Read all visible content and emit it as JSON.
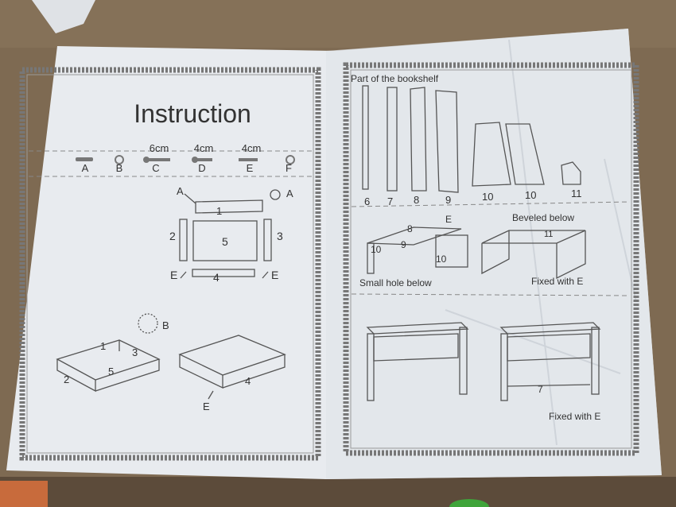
{
  "left_page": {
    "title": "Instruction",
    "hardware": [
      {
        "letter": "A",
        "size": ""
      },
      {
        "letter": "B",
        "size": ""
      },
      {
        "letter": "C",
        "size": "6cm"
      },
      {
        "letter": "D",
        "size": "4cm"
      },
      {
        "letter": "E",
        "size": "4cm"
      },
      {
        "letter": "F",
        "size": ""
      }
    ],
    "step1": {
      "top_left_label": "A",
      "top_right_label": "A",
      "panel_1": "1",
      "panel_2": "2",
      "panel_3": "3",
      "panel_4": "4",
      "panel_5": "5",
      "bottom_left_label": "E",
      "bottom_right_label": "E"
    },
    "step2": {
      "callout": "B",
      "left_1": "1",
      "left_2": "2",
      "left_3": "3",
      "left_5": "5",
      "right_4": "4",
      "right_E": "E"
    }
  },
  "right_page": {
    "parts_heading": "Part of the bookshelf",
    "parts": [
      "6",
      "7",
      "8",
      "9",
      "10",
      "10",
      "11"
    ],
    "assembly_a": {
      "label_E": "E",
      "label_8": "8",
      "label_9": "9",
      "label_10a": "10",
      "label_10b": "10",
      "caption": "Small hole below"
    },
    "assembly_b": {
      "caption_top": "Beveled below",
      "label_11": "11",
      "caption_bottom": "Fixed with E"
    },
    "final": {
      "label_7": "7",
      "caption": "Fixed with E"
    }
  }
}
